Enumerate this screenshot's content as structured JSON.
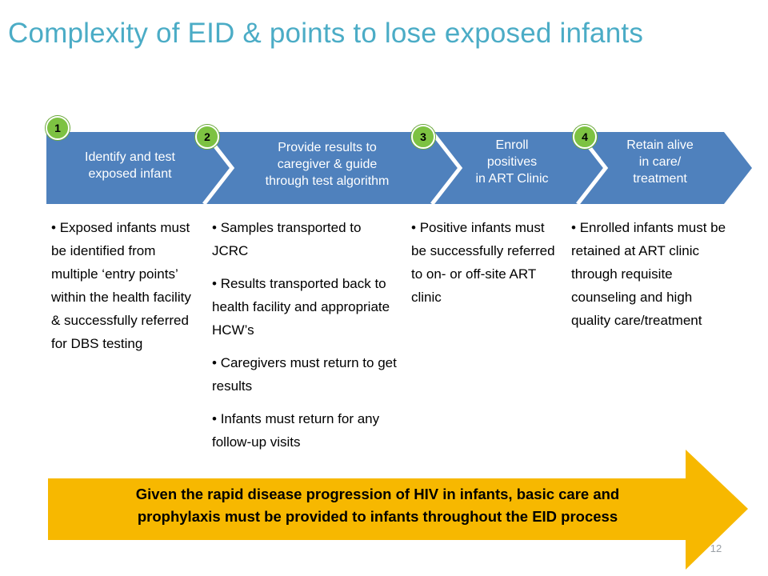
{
  "title": "Complexity of EID & points to lose exposed infants",
  "steps": [
    {
      "number": "1",
      "label_lines": [
        "Identify and test",
        "exposed infant"
      ]
    },
    {
      "number": "2",
      "label_lines": [
        "Provide results to",
        "caregiver & guide",
        "through test algorithm"
      ]
    },
    {
      "number": "3",
      "label_lines": [
        "Enroll",
        "positives",
        "in ART Clinic"
      ]
    },
    {
      "number": "4",
      "label_lines": [
        "Retain alive",
        "in care/",
        "treatment"
      ]
    }
  ],
  "bullets": [
    [
      "Exposed infants must be identified from multiple ‘entry points’ within the health facility & successfully referred for DBS testing"
    ],
    [
      "Samples transported to JCRC",
      "Results transported back to health facility and appropriate HCW’s",
      "Caregivers must return to get results",
      "Infants must return for any follow-up visits"
    ],
    [
      "Positive infants must be successfully referred to on- or off-site ART clinic"
    ],
    [
      "Enrolled infants must be retained at ART clinic through requisite counseling and high quality care/treatment"
    ]
  ],
  "banner": {
    "lines": [
      "Given the rapid disease progression of HIV in infants, basic care and",
      "prophylaxis must be provided to infants throughout the EID process"
    ]
  },
  "page_number": "12",
  "colors": {
    "title": "#4bacc6",
    "chevron": "#4f81bd",
    "badge": "#7dc242",
    "banner": "#f7b800"
  }
}
